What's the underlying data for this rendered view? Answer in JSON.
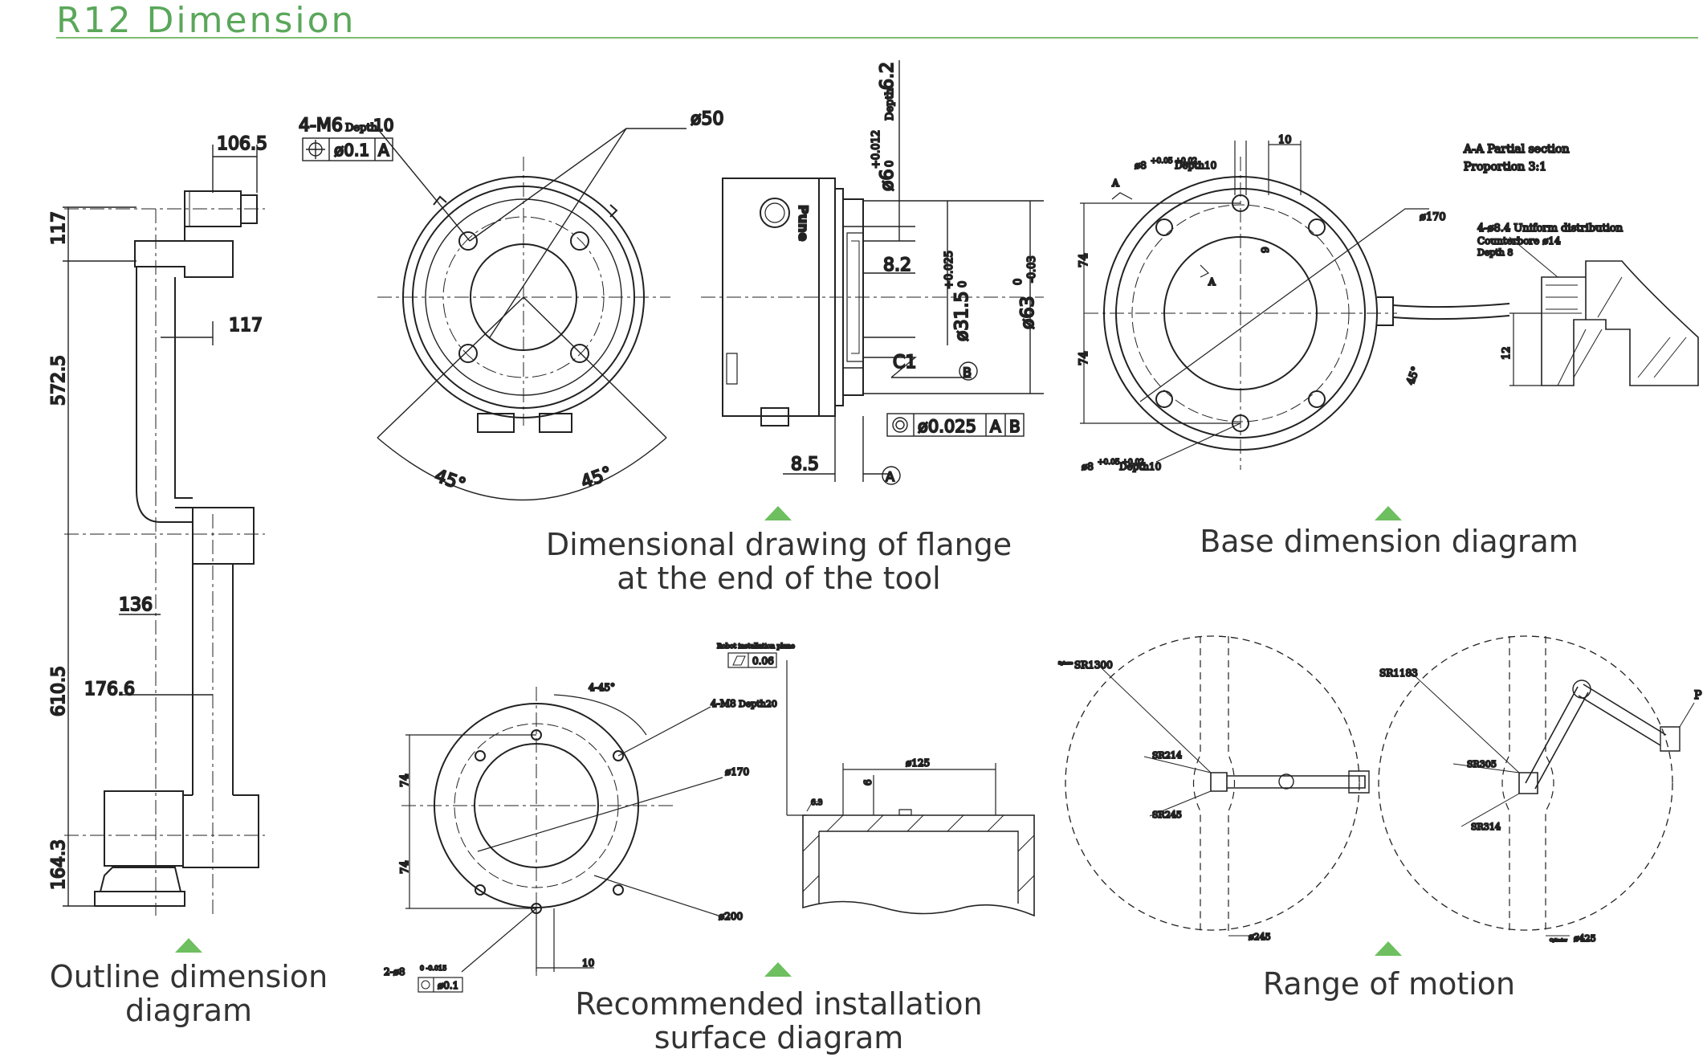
{
  "page": {
    "title": "R12 Dimension",
    "accent_color": "#5aa75a",
    "marker_color": "#6dbf5f"
  },
  "captions": {
    "outline": "Outline dimension diagram",
    "flange_line1": "Dimensional drawing of flange",
    "flange_line2": "at the end of the tool",
    "base": "Base dimension diagram",
    "install_line1": "Recommended installation",
    "install_line2": "surface diagram",
    "motion": "Range of motion"
  },
  "outline_dims": {
    "d106_5": "106.5",
    "d117_v": "117",
    "d117_h": "117",
    "d572_5": "572.5",
    "d136": "136",
    "d176_6": "176.6",
    "d610_5": "610.5",
    "d164_3": "164.3"
  },
  "flange_dims": {
    "m6": "4-M6",
    "m6_depth_word": "Depth",
    "m6_depth": "10",
    "pos_tol": "ø0.1",
    "pos_datum": "A",
    "d50": "ø50",
    "ang1": "45°",
    "ang2": "45°",
    "d6": "ø6",
    "d6_tol_up": "+0.012",
    "d6_tol_lo": "0",
    "d6_depth_word": "Depth",
    "d6_depth": "6.2",
    "d8_2": "8.2",
    "d31_5": "ø31.5",
    "d31_5_tol_up": "+0.025",
    "d31_5_tol_lo": "0",
    "d63": "ø63",
    "d63_tol_up": "0",
    "d63_tol_lo": "-0.03",
    "chamfer": "C1",
    "datum_b": "B",
    "datum_a": "A",
    "conc_tol": "ø0.025",
    "conc_datum1": "A",
    "conc_datum2": "B",
    "d8_5": "8.5",
    "brand": "Pune"
  },
  "base_dims": {
    "d8_top": "ø8",
    "d8_top_tol": "+0.05 +0.02",
    "d8_top_depth": "Depth10",
    "d10": "10",
    "d170": "ø170",
    "section_label": "A-A Partial section",
    "proportion": "Proportion 3:1",
    "holes": "4-ø8.4 Uniform distribution",
    "counterbore": "Counterbore ø14",
    "cb_depth": "Depth 8",
    "d74_a": "74",
    "d74_b": "74",
    "d9": "9",
    "ang45": "45°",
    "d12": "12",
    "d8_bot": "ø8",
    "d8_bot_tol": "+0.05 +0.02",
    "d8_bot_depth": "Depth10",
    "sec_a1": "A",
    "sec_a2": "A"
  },
  "install_dims": {
    "plane_label": "Robot installation plane",
    "flat_tol": "0.06",
    "ang": "4-45°",
    "m8": "4-M8",
    "m8_depth": "Depth20",
    "d170": "ø170",
    "d200": "ø200",
    "d74_a": "74",
    "d74_b": "74",
    "pin": "2-ø8",
    "pin_tol": "0 -0.015",
    "pos_tol": "ø0.1",
    "d10": "10",
    "d125": "ø125",
    "d6": "6",
    "rough": "6.3"
  },
  "motion_dims": {
    "sr1300": "SR1300",
    "sr214": "SR214",
    "sr245": "SR245",
    "d245": "ø245",
    "sr1183": "SR1183",
    "sr305": "SR305",
    "sr314": "SR314",
    "d425": "ø425",
    "point_p": "P",
    "sphere_word": "Sphere",
    "cyl_word": "Cylinder"
  }
}
